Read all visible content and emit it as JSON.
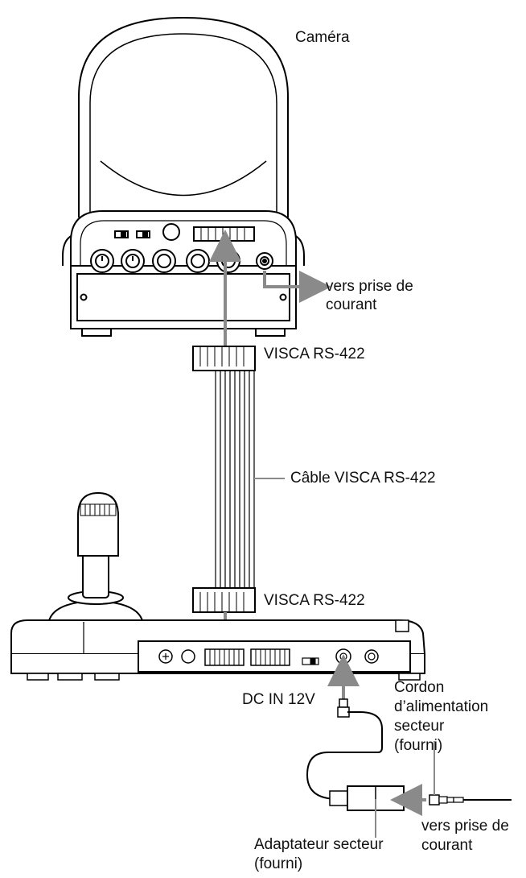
{
  "labels": {
    "camera": "Caméra",
    "to_outlet_top_line1": "vers prise de",
    "to_outlet_top_line2": "courant",
    "visca_top": "VISCA RS-422",
    "cable": "Câble VISCA RS-422",
    "visca_bottom": "VISCA RS-422",
    "dc_in": "DC IN 12V",
    "cord_line1": "Cordon",
    "cord_line2": "d’alimentation",
    "cord_line3": "secteur",
    "cord_line4": "(fourni)",
    "to_outlet_bottom_line1": "vers prise de",
    "to_outlet_bottom_line2": "courant",
    "adapter_line1": "Adaptateur secteur",
    "adapter_line2": "(fourni)"
  }
}
